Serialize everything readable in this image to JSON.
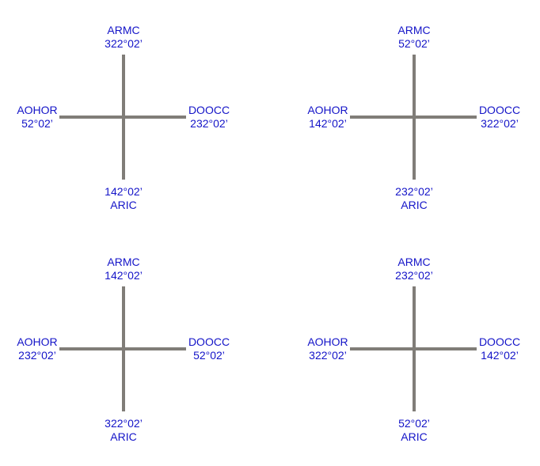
{
  "labels": {
    "top": "ARMC",
    "bottom": "ARIC",
    "left": "AOHOR",
    "right": "DOOCC"
  },
  "diagrams": [
    {
      "armc": "322°02’",
      "aric": "142°02’",
      "aohor": "52°02’",
      "doocc": "232°02’"
    },
    {
      "armc": "52°02’",
      "aric": "232°02’",
      "aohor": "142°02’",
      "doocc": "322°02’"
    },
    {
      "armc": "142°02’",
      "aric": "322°02’",
      "aohor": "232°02’",
      "doocc": "52°02’"
    },
    {
      "armc": "232°02’",
      "aric": "52°02’",
      "aohor": "322°02’",
      "doocc": "142°02’"
    }
  ],
  "colors": {
    "line": "#807d78",
    "text": "#1414c8",
    "background": "#ffffff"
  }
}
